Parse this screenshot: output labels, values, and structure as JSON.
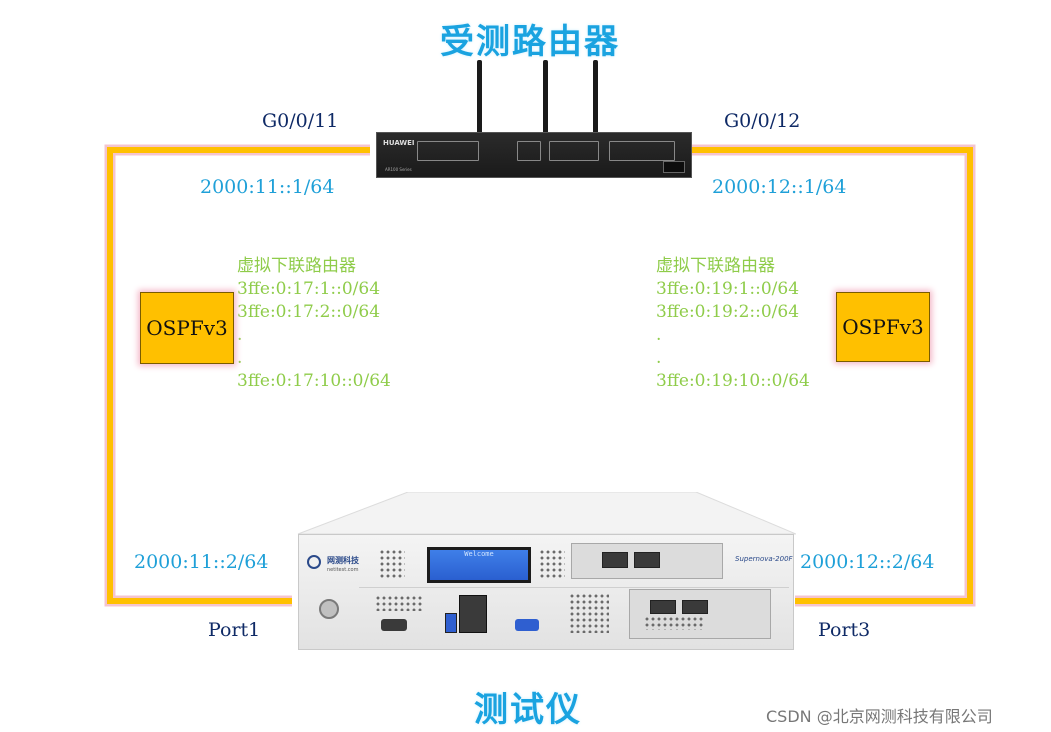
{
  "title_top": "受测路由器",
  "title_bottom": "测试仪",
  "router": {
    "brand": "HUAWEI",
    "series": "AR100 Series",
    "port_left": "G0/0/11",
    "port_right": "G0/0/12",
    "ip_left": "2000:11::1/64",
    "ip_right": "2000:12::1/64"
  },
  "tester": {
    "brand": "网测科技",
    "url": "netitest.com",
    "model": "Supernova-200F",
    "lcd_text": "Welcome",
    "port_left": "Port1",
    "port_right": "Port3",
    "ip_left": "2000:11::2/64",
    "ip_right": "2000:12::2/64"
  },
  "left_block": {
    "protocol": "OSPFv3",
    "heading": "虚拟下联路由器",
    "routes": [
      "3ffe:0:17:1::0/64",
      "3ffe:0:17:2::0/64",
      ".",
      ".",
      "3ffe:0:17:10::0/64"
    ]
  },
  "right_block": {
    "protocol": "OSPFv3",
    "heading": "虚拟下联路由器",
    "routes": [
      "3ffe:0:19:1::0/64",
      "3ffe:0:19:2::0/64",
      ".",
      ".",
      "3ffe:0:19:10::0/64"
    ]
  },
  "watermark": "CSDN @北京网测科技有限公司",
  "colors": {
    "cable": "#ffc000",
    "cable_glow": "#f4c4cf",
    "title": "#1aa3e0",
    "ip": "#1fa0d8",
    "route": "#8fcc4a",
    "port": "#0f2a66"
  }
}
